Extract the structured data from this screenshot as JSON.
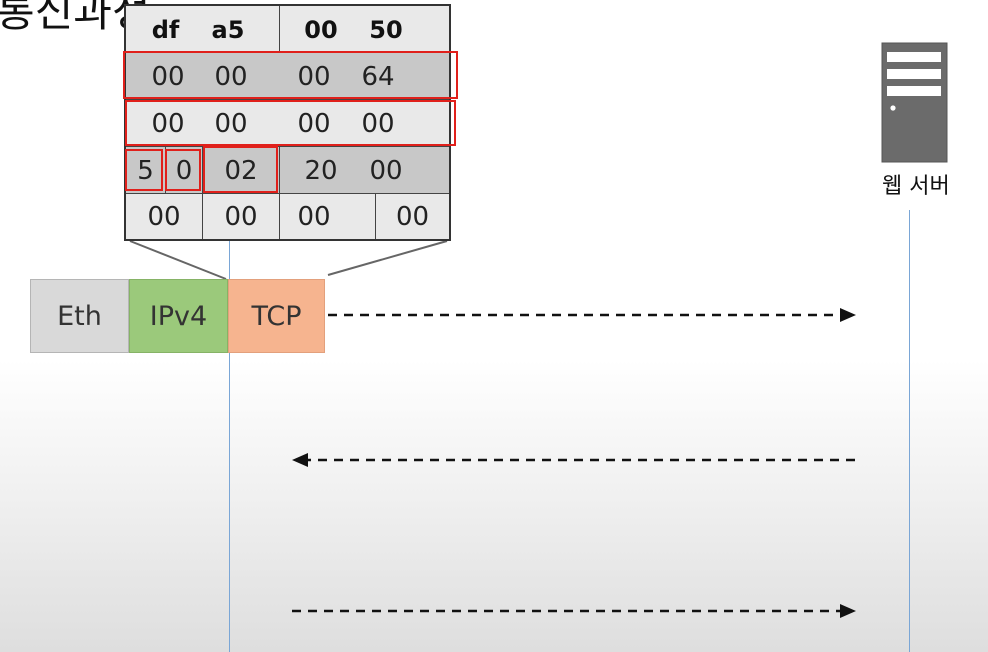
{
  "title": "통신과정",
  "tcp_header": {
    "row1": [
      "df",
      "a5",
      "00",
      "50"
    ],
    "row2": [
      "00",
      "00",
      "00",
      "64"
    ],
    "row3": [
      "00",
      "00",
      "00",
      "00"
    ],
    "row4": [
      "5",
      "0",
      "02",
      "20",
      "00"
    ],
    "row5": [
      "00",
      "00",
      "00",
      "00"
    ]
  },
  "packet": {
    "eth": "Eth",
    "ipv4": "IPv4",
    "tcp": "TCP"
  },
  "server": {
    "label": "웹 서버"
  },
  "colors": {
    "eth": "#d9d9d9",
    "ipv4": "#9bc97b",
    "tcp": "#f6b48f",
    "highlight": "#e0201b",
    "timeline": "#7aa6d6",
    "server": "#6b6b6b"
  }
}
